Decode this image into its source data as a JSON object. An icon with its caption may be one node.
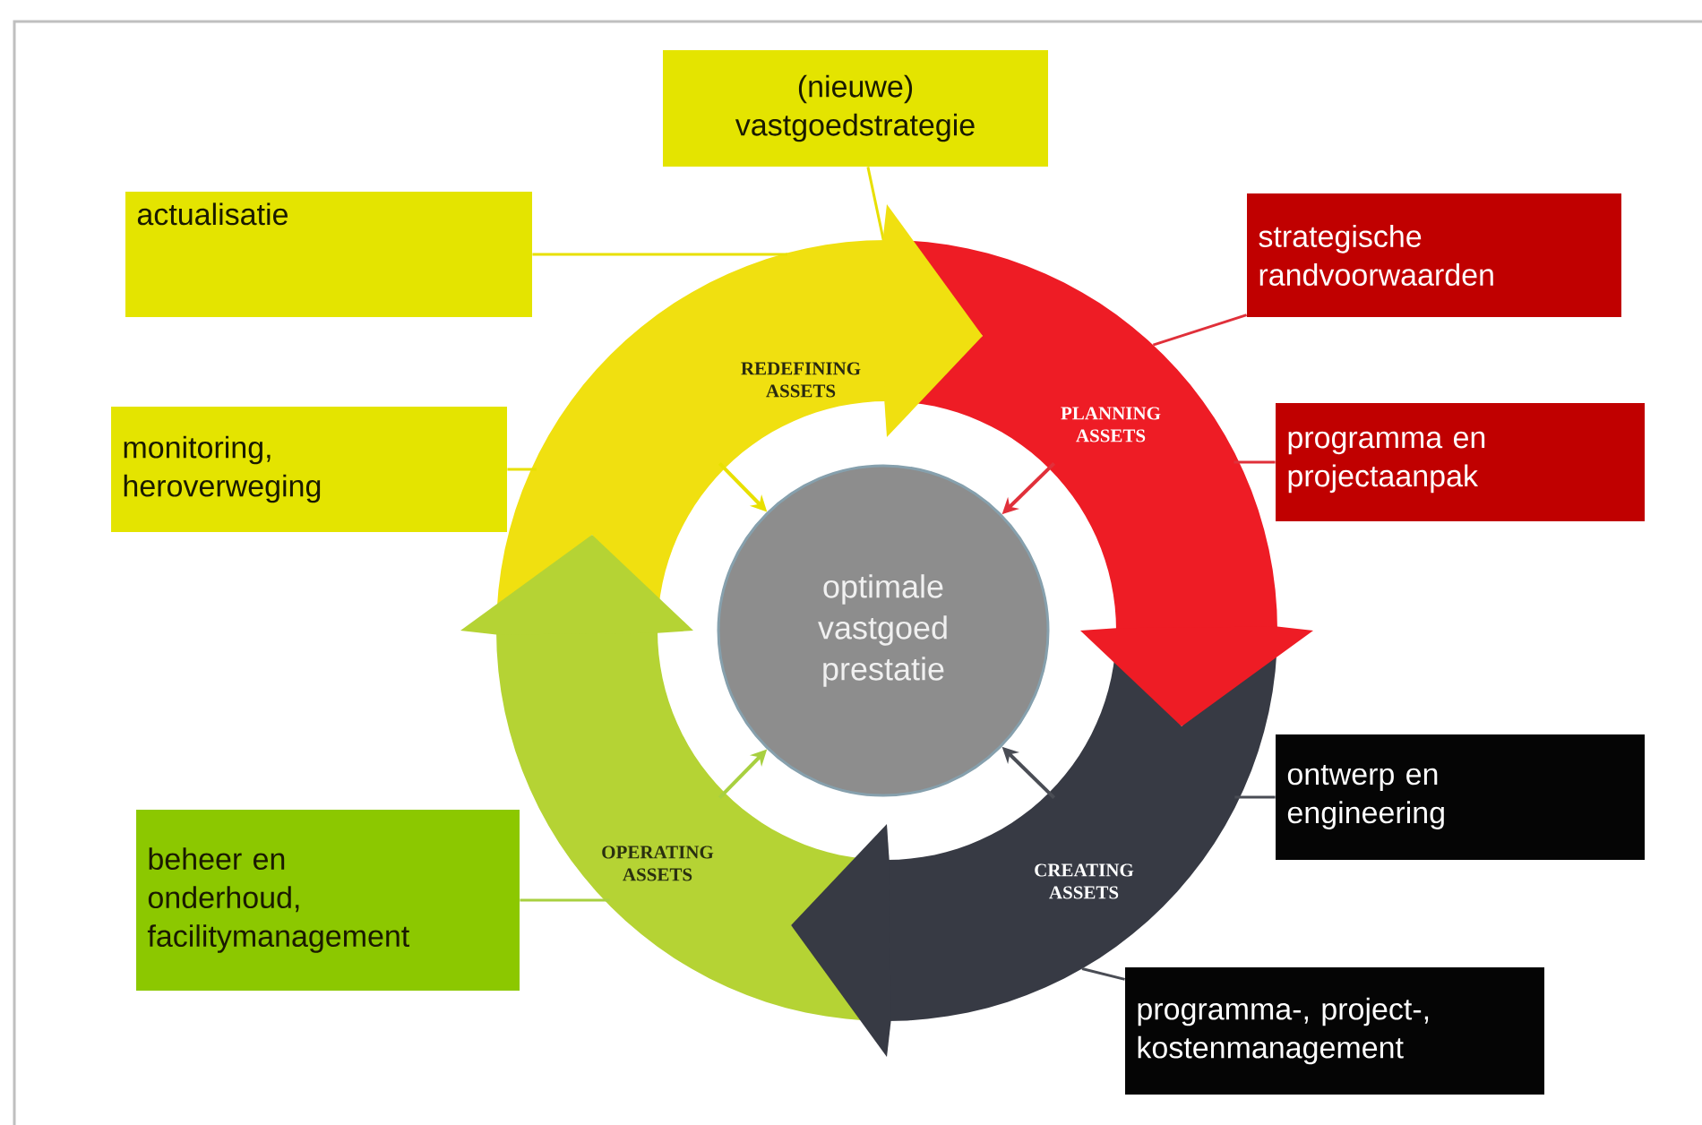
{
  "diagram": {
    "nodes": [
      {
        "text": [
          "(nieuwe) vastgoedstrategie"
        ]
      },
      {
        "text": [
          "actualisatie"
        ]
      },
      {
        "text": [
          "strategische randvoorwaarden"
        ]
      },
      {
        "text": [
          "monitoring, heroverweging"
        ]
      },
      {
        "text": [
          "programma en projectaanpak"
        ]
      },
      {
        "text": [
          "ontwerp en engineering"
        ]
      },
      {
        "text": [
          "beheer en onderhoud, facilitymanagement"
        ]
      },
      {
        "text": [
          "programma-, project-, kostenmanagement"
        ]
      },
      {
        "text": [
          "REDEFINING ASSETS"
        ]
      },
      {
        "text": [
          "PLANNING ASSETS"
        ]
      },
      {
        "text": [
          "CREATING ASSETS"
        ]
      },
      {
        "text": [
          "OPERATING ASSETS"
        ]
      },
      {
        "text": [
          "optimale vastgoed prestatie"
        ]
      }
    ],
    "edges": [
      {
        "from": 0,
        "to": 8,
        "arrow": "none"
      },
      {
        "from": 1,
        "to": 8,
        "arrow": "none"
      },
      {
        "from": 3,
        "to": 8,
        "arrow": "none"
      },
      {
        "from": 2,
        "to": 9,
        "arrow": "none",
        "color": "#e0303a"
      },
      {
        "from": 4,
        "to": 9,
        "arrow": "none",
        "color": "#e0303a"
      },
      {
        "from": 5,
        "to": 10,
        "arrow": "none",
        "color": "#4a4d55"
      },
      {
        "from": 7,
        "to": 10,
        "arrow": "none",
        "color": "#4a4d55"
      },
      {
        "from": 6,
        "to": 11,
        "arrow": "none",
        "color": "#a8d040"
      },
      {
        "from": 8,
        "to": 12,
        "arrow": "to"
      },
      {
        "from": 9,
        "to": 12,
        "arrow": "to",
        "color": "#e0303a"
      },
      {
        "from": 10,
        "to": 12,
        "arrow": "to",
        "color": "#4a4d55"
      },
      {
        "from": 11,
        "to": 12,
        "arrow": "to",
        "color": "#a8d040"
      },
      {
        "from": 8,
        "to": 9,
        "arrow": "to",
        "color": "#f0e010"
      },
      {
        "from": 9,
        "to": 10,
        "arrow": "to",
        "color": "#ee1c25"
      },
      {
        "from": 10,
        "to": 11,
        "arrow": "to",
        "color": "#373a44"
      },
      {
        "from": 11,
        "to": 8,
        "arrow": "to",
        "color": "#b5d334"
      }
    ]
  }
}
